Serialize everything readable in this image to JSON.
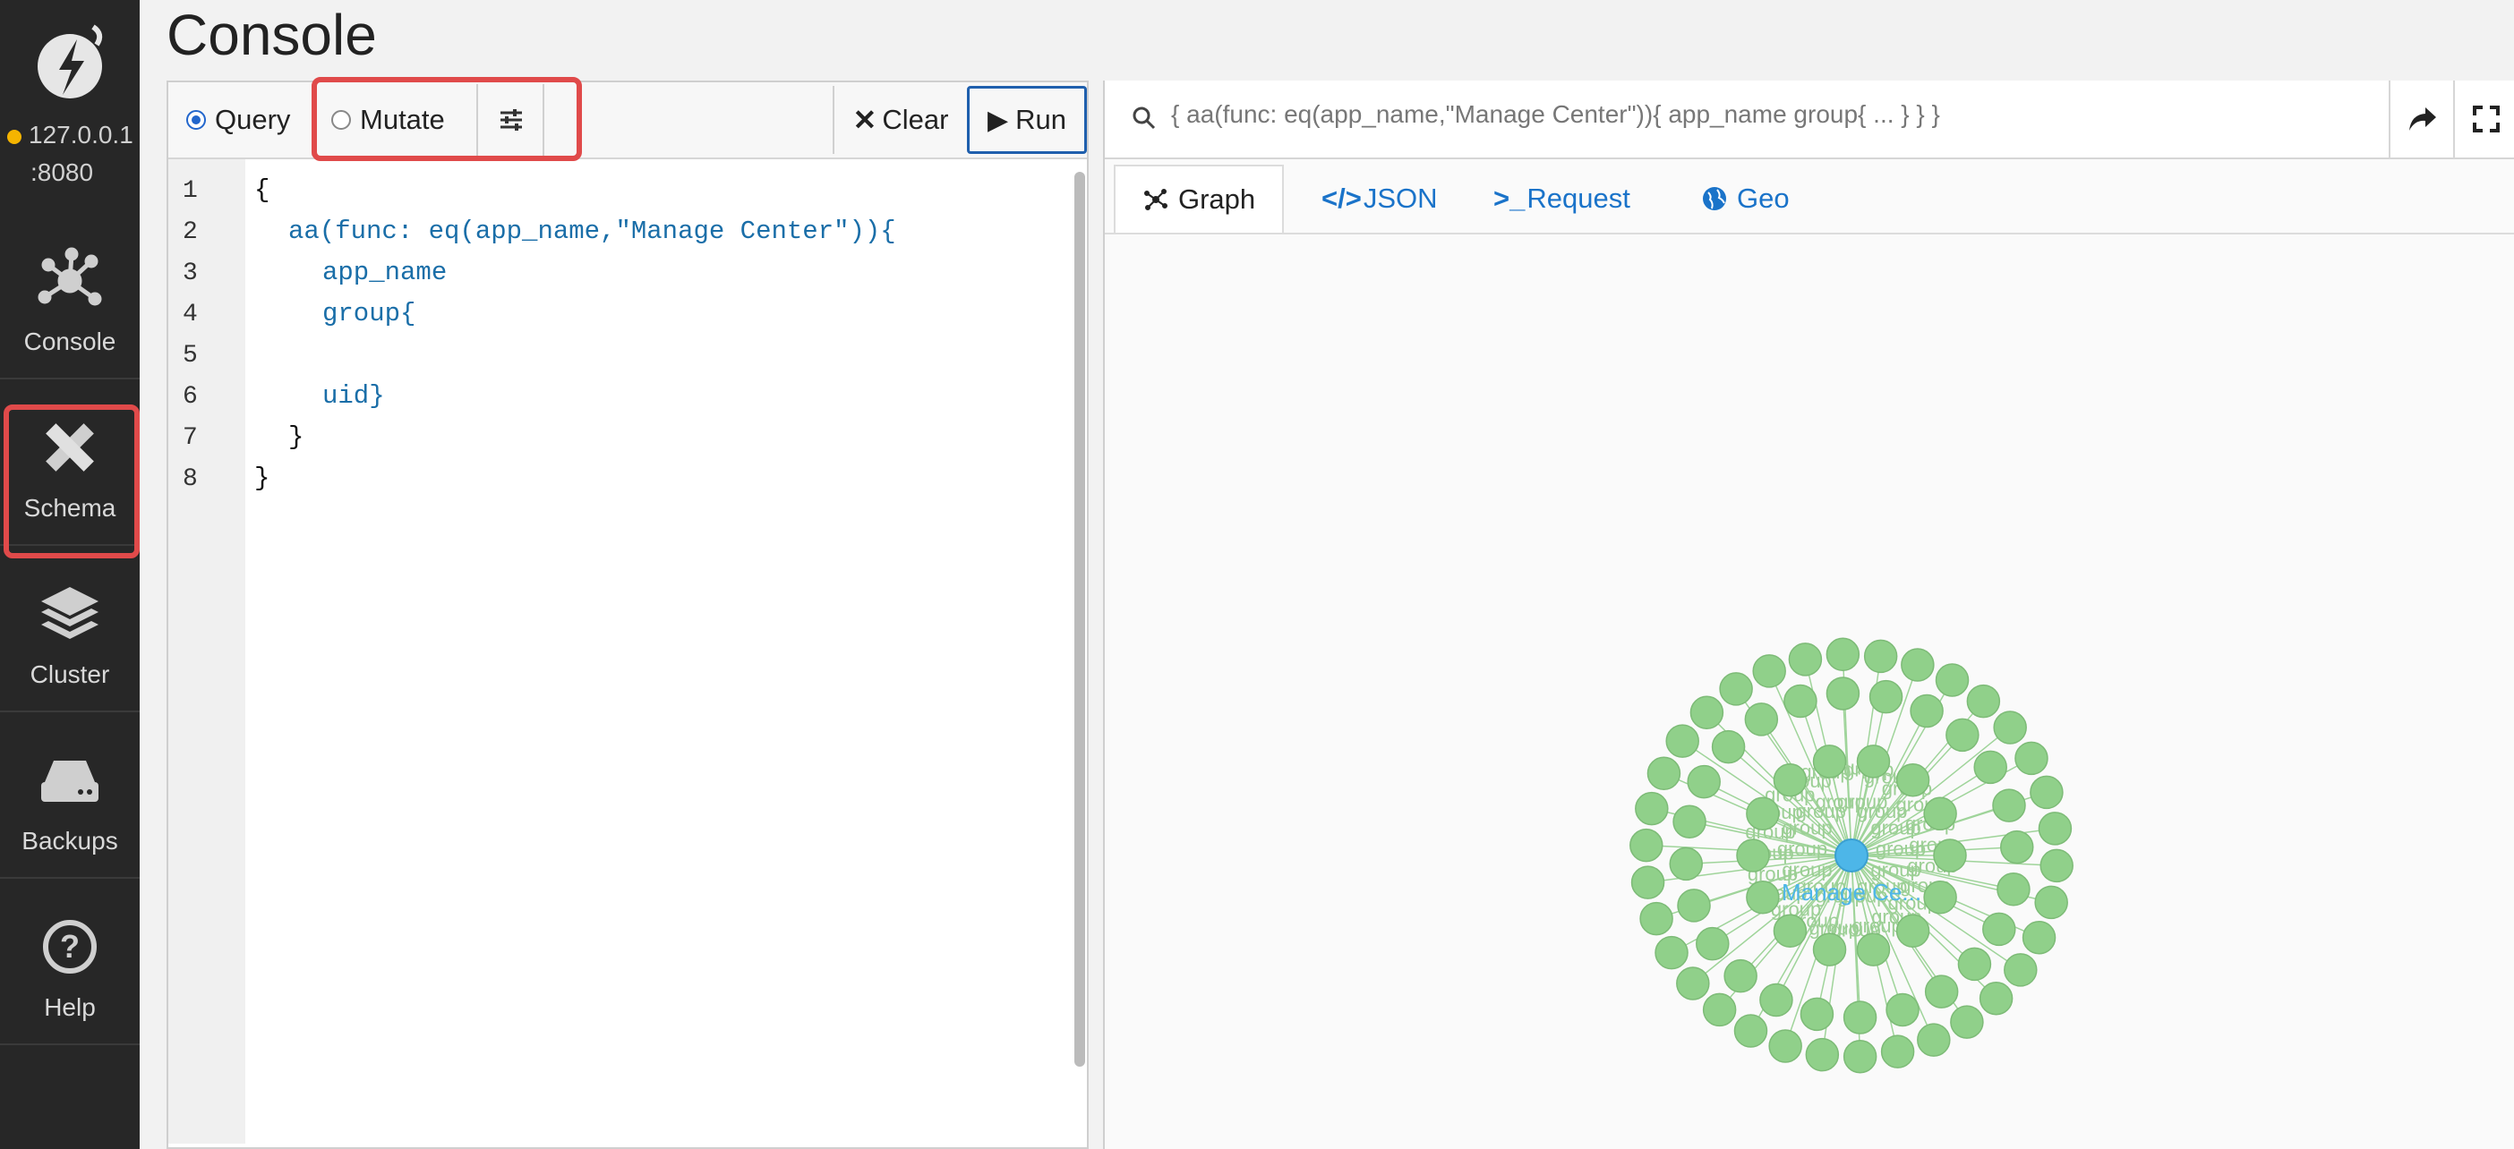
{
  "page": {
    "title": "Console"
  },
  "sidebar": {
    "server_host": "127.0.0.1",
    "server_port": ":8080",
    "items": [
      {
        "label": "Console",
        "icon": "graph-icon"
      },
      {
        "label": "Schema",
        "icon": "pencil-ruler-icon"
      },
      {
        "label": "Cluster",
        "icon": "layers-icon"
      },
      {
        "label": "Backups",
        "icon": "drive-icon"
      },
      {
        "label": "Help",
        "icon": "help-icon"
      }
    ]
  },
  "editor": {
    "mode_query_label": "Query",
    "mode_mutate_label": "Mutate",
    "clear_label": "Clear",
    "run_label": "Run",
    "lines": [
      {
        "n": "1",
        "text": "{"
      },
      {
        "n": "2",
        "text": "aa(func: eq(app_name,\"Manage Center\")){"
      },
      {
        "n": "3",
        "text": "app_name"
      },
      {
        "n": "4",
        "text": "group{"
      },
      {
        "n": "5",
        "text": ""
      },
      {
        "n": "6",
        "text": "uid}"
      },
      {
        "n": "7",
        "text": "}"
      },
      {
        "n": "8",
        "text": "}"
      }
    ]
  },
  "result": {
    "query_preview": "{ aa(func: eq(app_name,\"Manage Center\")){ app_name group{ ... } } }",
    "tabs": [
      {
        "label": "Graph"
      },
      {
        "label": "JSON"
      },
      {
        "label": "Request"
      },
      {
        "label": "Geo"
      }
    ],
    "graph": {
      "center_label": "Manage Ce...",
      "edge_label": "group",
      "leaf_count": 72,
      "colors": {
        "center": "#4db6e8",
        "leaf": "#90d08a",
        "edge": "#9fd49a"
      }
    }
  }
}
